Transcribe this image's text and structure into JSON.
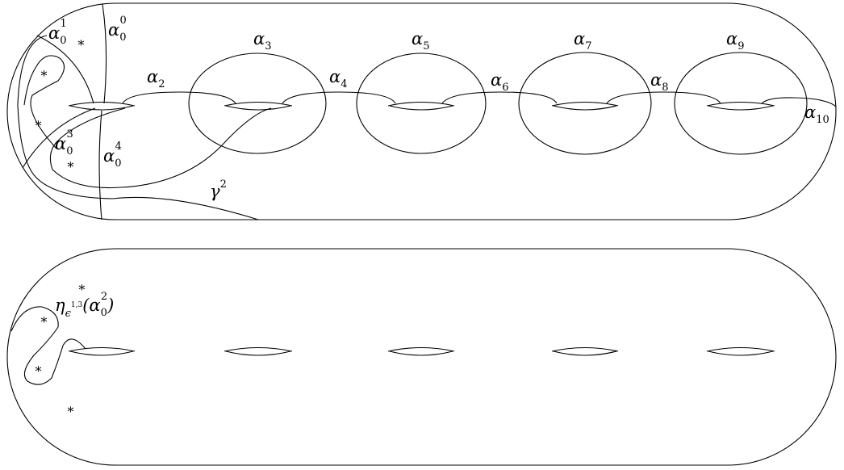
{
  "star_glyph": "∗",
  "top_surface_labels": {
    "alpha0_0": {
      "base": "α",
      "sub": "0",
      "sup": "0"
    },
    "alpha0_1": {
      "base": "α",
      "sub": "0",
      "sup": "1"
    },
    "alpha0_3": {
      "base": "α",
      "sub": "0",
      "sup": "3"
    },
    "alpha0_4": {
      "base": "α",
      "sub": "0",
      "sup": "4"
    },
    "alpha2": {
      "base": "α",
      "sub": "2"
    },
    "alpha3": {
      "base": "α",
      "sub": "3"
    },
    "alpha4": {
      "base": "α",
      "sub": "4"
    },
    "alpha5": {
      "base": "α",
      "sub": "5"
    },
    "alpha6": {
      "base": "α",
      "sub": "6"
    },
    "alpha7": {
      "base": "α",
      "sub": "7"
    },
    "alpha8": {
      "base": "α",
      "sub": "8"
    },
    "alpha9": {
      "base": "α",
      "sub": "9"
    },
    "alpha10": {
      "base": "α",
      "sub": "10"
    },
    "gamma2": {
      "base": "γ",
      "sup": "2"
    }
  },
  "bottom_surface_label": {
    "eta": "η",
    "eta_sub": "ϵ",
    "eta_sup": "1,3",
    "open": "(",
    "alpha": "α",
    "alpha_sub": "0",
    "alpha_sup": "2",
    "close": ")"
  }
}
